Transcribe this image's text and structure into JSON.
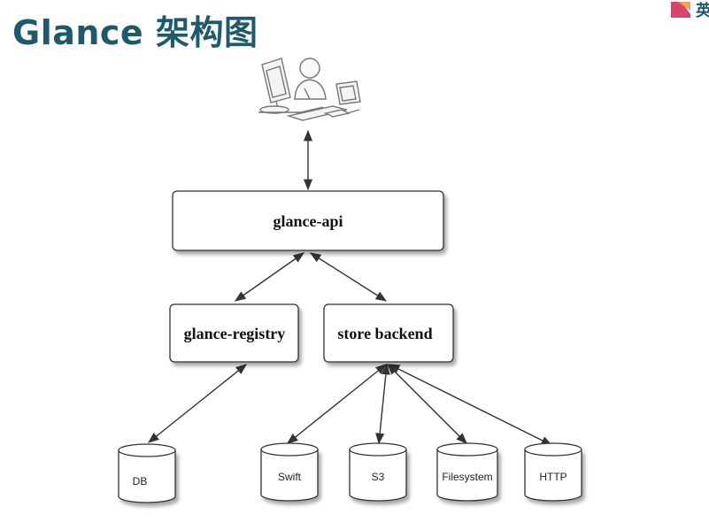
{
  "title": "Glance 架构图",
  "brand": {
    "text": "英"
  },
  "diagram": {
    "nodes": {
      "api": "glance-api",
      "registry": "glance-registry",
      "store": "store backend"
    },
    "storages": [
      "DB",
      "Swift",
      "S3",
      "Filesystem",
      "HTTP"
    ]
  }
}
